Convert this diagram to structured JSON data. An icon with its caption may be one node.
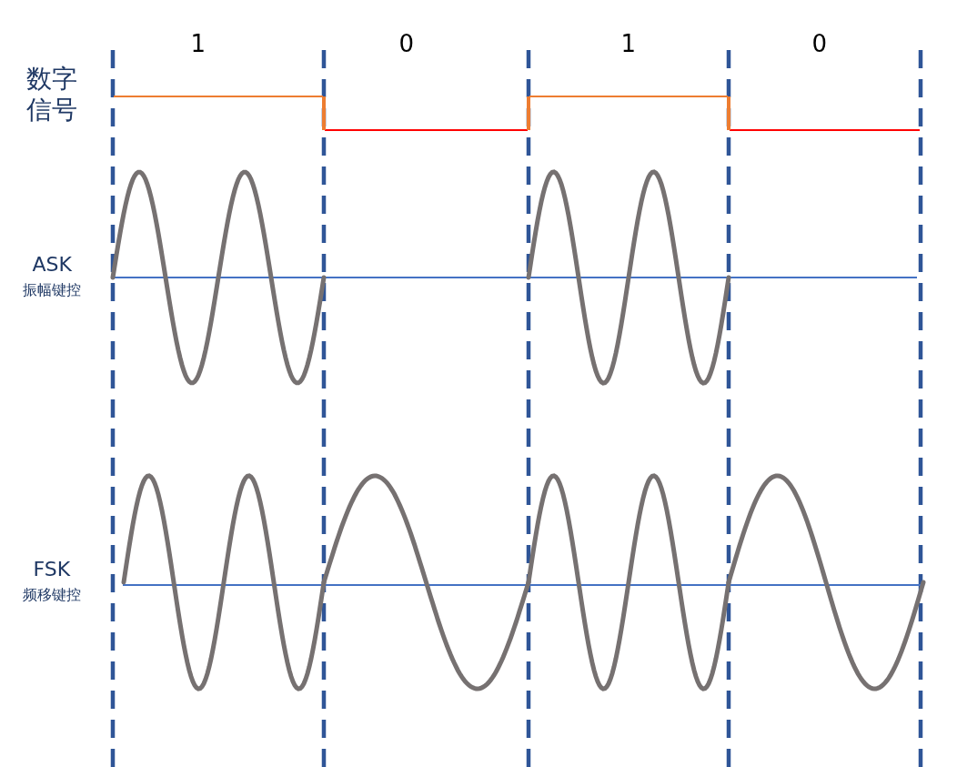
{
  "diagram": {
    "labels": [
      "1",
      "0",
      "1",
      "0",
      "数字信号",
      "ASK",
      "振幅键控",
      "FSK",
      "频移键控"
    ]
  }
}
